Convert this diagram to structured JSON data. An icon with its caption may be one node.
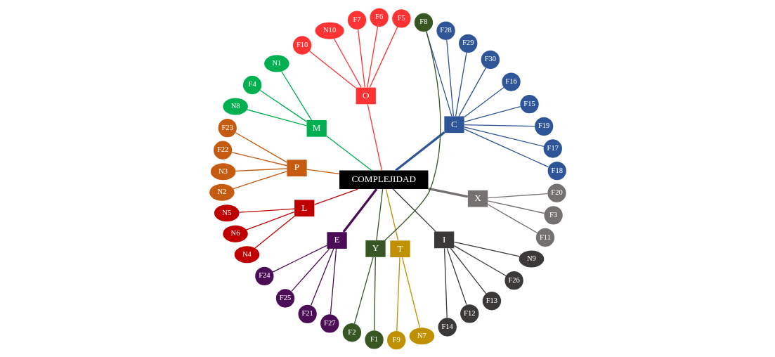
{
  "diagram": {
    "nodes": [
      {
        "text": [
          "COMPLEJIDAD"
        ]
      },
      {
        "text": [
          "C"
        ]
      },
      {
        "text": [
          "F18"
        ]
      },
      {
        "text": [
          "F17"
        ]
      },
      {
        "text": [
          "F19"
        ]
      },
      {
        "text": [
          "F15"
        ]
      },
      {
        "text": [
          "F16"
        ]
      },
      {
        "text": [
          "F30"
        ]
      },
      {
        "text": [
          "F29"
        ]
      },
      {
        "text": [
          "F28"
        ]
      },
      {
        "text": [
          "O"
        ]
      },
      {
        "text": [
          "F5"
        ]
      },
      {
        "text": [
          "F6"
        ]
      },
      {
        "text": [
          "F7"
        ]
      },
      {
        "text": [
          "N10"
        ]
      },
      {
        "text": [
          "F10"
        ]
      },
      {
        "text": [
          "M"
        ]
      },
      {
        "text": [
          "N1"
        ]
      },
      {
        "text": [
          "F4"
        ]
      },
      {
        "text": [
          "N8"
        ]
      },
      {
        "text": [
          "P"
        ]
      },
      {
        "text": [
          "F23"
        ]
      },
      {
        "text": [
          "F22"
        ]
      },
      {
        "text": [
          "N3"
        ]
      },
      {
        "text": [
          "N2"
        ]
      },
      {
        "text": [
          "L"
        ]
      },
      {
        "text": [
          "N5"
        ]
      },
      {
        "text": [
          "N6"
        ]
      },
      {
        "text": [
          "N4"
        ]
      },
      {
        "text": [
          "E"
        ]
      },
      {
        "text": [
          "F24"
        ]
      },
      {
        "text": [
          "F25"
        ]
      },
      {
        "text": [
          "F21"
        ]
      },
      {
        "text": [
          "F27"
        ]
      },
      {
        "text": [
          "Y"
        ]
      },
      {
        "text": [
          "F2"
        ]
      },
      {
        "text": [
          "F8"
        ]
      },
      {
        "text": [
          "F1"
        ]
      },
      {
        "text": [
          "T"
        ]
      },
      {
        "text": [
          "F9"
        ]
      },
      {
        "text": [
          "N7"
        ]
      },
      {
        "text": [
          "I"
        ]
      },
      {
        "text": [
          "F14"
        ]
      },
      {
        "text": [
          "F12"
        ]
      },
      {
        "text": [
          "F13"
        ]
      },
      {
        "text": [
          "F26"
        ]
      },
      {
        "text": [
          "N9"
        ]
      },
      {
        "text": [
          "X"
        ]
      },
      {
        "text": [
          "F11"
        ]
      },
      {
        "text": [
          "F3"
        ]
      },
      {
        "text": [
          "F20"
        ]
      }
    ],
    "edges": [
      {
        "from": 0,
        "to": 1,
        "arrow": "none",
        "style": "thick",
        "color": "#2e5597"
      },
      {
        "from": 0,
        "to": 10,
        "arrow": "none",
        "color": "#ff3333"
      },
      {
        "from": 0,
        "to": 16,
        "arrow": "none",
        "color": "#00b050"
      },
      {
        "from": 0,
        "to": 20,
        "arrow": "none",
        "color": "#c55a11"
      },
      {
        "from": 0,
        "to": 25,
        "arrow": "none",
        "color": "#c00000"
      },
      {
        "from": 0,
        "to": 29,
        "arrow": "none",
        "style": "thick",
        "color": "#4b0d55"
      },
      {
        "from": 0,
        "to": 34,
        "arrow": "none",
        "color": "#375623"
      },
      {
        "from": 0,
        "to": 38,
        "arrow": "none",
        "color": "#bf9000"
      },
      {
        "from": 0,
        "to": 41,
        "arrow": "none",
        "color": "#3b3838"
      },
      {
        "from": 0,
        "to": 47,
        "arrow": "none",
        "style": "thick",
        "color": "#767171"
      },
      {
        "from": 2,
        "to": 1,
        "arrow": "none",
        "color": "#2e5597"
      },
      {
        "from": 3,
        "to": 1,
        "arrow": "none",
        "color": "#2e5597"
      },
      {
        "from": 4,
        "to": 1,
        "arrow": "none",
        "color": "#2e5597"
      },
      {
        "from": 5,
        "to": 1,
        "arrow": "none",
        "color": "#2e5597"
      },
      {
        "from": 6,
        "to": 1,
        "arrow": "none",
        "color": "#2e5597"
      },
      {
        "from": 7,
        "to": 1,
        "arrow": "none",
        "color": "#2e5597"
      },
      {
        "from": 8,
        "to": 1,
        "arrow": "none",
        "color": "#2e5597"
      },
      {
        "from": 9,
        "to": 1,
        "arrow": "none",
        "color": "#2e5597"
      },
      {
        "from": 36,
        "to": 1,
        "arrow": "none",
        "color": "#2e5597"
      },
      {
        "from": 11,
        "to": 10,
        "arrow": "none",
        "color": "#ff3333"
      },
      {
        "from": 12,
        "to": 10,
        "arrow": "none",
        "color": "#ff3333"
      },
      {
        "from": 13,
        "to": 10,
        "arrow": "none",
        "color": "#ff3333"
      },
      {
        "from": 14,
        "to": 10,
        "arrow": "none",
        "color": "#ff3333"
      },
      {
        "from": 15,
        "to": 10,
        "arrow": "none",
        "color": "#ff3333"
      },
      {
        "from": 17,
        "to": 16,
        "arrow": "none",
        "color": "#00b050"
      },
      {
        "from": 18,
        "to": 16,
        "arrow": "none",
        "color": "#00b050"
      },
      {
        "from": 19,
        "to": 16,
        "arrow": "none",
        "color": "#00b050"
      },
      {
        "from": 21,
        "to": 20,
        "arrow": "none",
        "color": "#c55a11"
      },
      {
        "from": 22,
        "to": 20,
        "arrow": "none",
        "color": "#c55a11"
      },
      {
        "from": 23,
        "to": 20,
        "arrow": "none",
        "color": "#c55a11"
      },
      {
        "from": 24,
        "to": 20,
        "arrow": "none",
        "color": "#c55a11"
      },
      {
        "from": 26,
        "to": 25,
        "arrow": "none",
        "color": "#c00000"
      },
      {
        "from": 27,
        "to": 25,
        "arrow": "none",
        "color": "#c00000"
      },
      {
        "from": 28,
        "to": 25,
        "arrow": "none",
        "color": "#c00000"
      },
      {
        "from": 30,
        "to": 29,
        "arrow": "none",
        "color": "#4b0d55"
      },
      {
        "from": 31,
        "to": 29,
        "arrow": "none",
        "color": "#4b0d55"
      },
      {
        "from": 32,
        "to": 29,
        "arrow": "none",
        "color": "#4b0d55"
      },
      {
        "from": 33,
        "to": 29,
        "arrow": "none",
        "color": "#4b0d55"
      },
      {
        "from": 35,
        "to": 34,
        "arrow": "none",
        "color": "#375623"
      },
      {
        "from": 36,
        "to": 34,
        "arrow": "none",
        "color": "#375623"
      },
      {
        "from": 37,
        "to": 34,
        "arrow": "none",
        "color": "#375623"
      },
      {
        "from": 39,
        "to": 38,
        "arrow": "none",
        "color": "#bf9000"
      },
      {
        "from": 40,
        "to": 38,
        "arrow": "none",
        "color": "#bf9000"
      },
      {
        "from": 42,
        "to": 41,
        "arrow": "none",
        "color": "#3b3838"
      },
      {
        "from": 43,
        "to": 41,
        "arrow": "none",
        "color": "#3b3838"
      },
      {
        "from": 44,
        "to": 41,
        "arrow": "none",
        "color": "#3b3838"
      },
      {
        "from": 45,
        "to": 41,
        "arrow": "none",
        "color": "#3b3838"
      },
      {
        "from": 46,
        "to": 41,
        "arrow": "none",
        "color": "#3b3838"
      },
      {
        "from": 48,
        "to": 47,
        "arrow": "none",
        "color": "#767171"
      },
      {
        "from": 49,
        "to": 47,
        "arrow": "none",
        "color": "#767171"
      },
      {
        "from": 50,
        "to": 47,
        "arrow": "none",
        "color": "#767171"
      }
    ]
  }
}
